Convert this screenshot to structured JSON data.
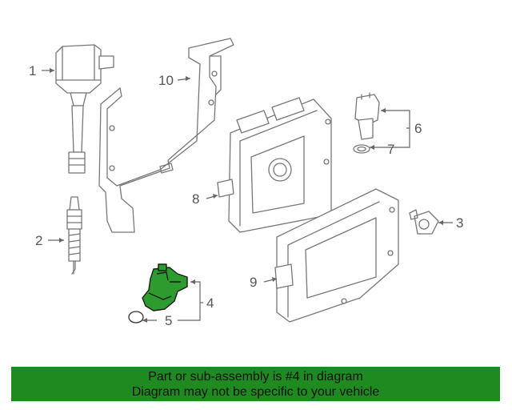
{
  "callouts": {
    "c1": "1",
    "c2": "2",
    "c3": "3",
    "c4": "4",
    "c5": "5",
    "c6": "6",
    "c7": "7",
    "c8": "8",
    "c9": "9",
    "c10": "10"
  },
  "highlighted_part": "4",
  "colors": {
    "highlight": "#2e9b2e",
    "banner": "#1f8a1f",
    "line_art": "#777777"
  },
  "banner": {
    "line1": "Part or sub-assembly is #4 in diagram",
    "line2": "Diagram may not be specific to your vehicle"
  }
}
